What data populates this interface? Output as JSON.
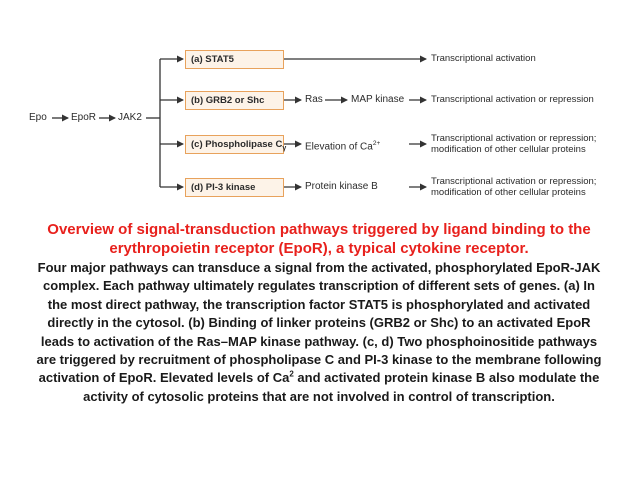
{
  "diagram": {
    "chain": [
      "Epo",
      "EpoR",
      "JAK2"
    ],
    "pathways": [
      {
        "label": "(a) STAT5",
        "middle": [],
        "outcome": [
          "Transcriptional activation"
        ]
      },
      {
        "label": "(b) GRB2 or Shc",
        "middle": [
          "Ras",
          "MAP kinase"
        ],
        "outcome": [
          "Transcriptional activation or repression"
        ]
      },
      {
        "label": "(c) Phospholipase C",
        "label_sub": "γ",
        "middle_text": "Elevation of Ca",
        "middle_sup": "2+",
        "outcome": [
          "Transcriptional activation or repression;",
          "modification of other cellular proteins"
        ]
      },
      {
        "label": "(d) PI-3 kinase",
        "middle": [
          "Protein kinase B"
        ],
        "outcome": [
          "Transcriptional activation or repression;",
          "modification of other cellular proteins"
        ]
      }
    ],
    "colors": {
      "box_border": "#e8a25c",
      "box_fill": "#fdf3e8",
      "arrow": "#333333"
    }
  },
  "caption": {
    "title": "Overview of signal-transduction pathways triggered by ligand binding to the erythropoietin receptor (EpoR), a typical cytokine receptor.",
    "body_before_sup": "Four major pathways can transduce a signal from the activated, phosphorylated EpoR-JAK complex. Each pathway ultimately regulates transcription of different sets of genes. (a) In the most direct pathway, the transcription factor STAT5 is phosphorylated and activated directly in the cytosol. (b) Binding of linker proteins (GRB2 or Shc) to an activated EpoR leads to activation of the Ras–MAP kinase pathway. (c, d) Two phosphoinositide pathways are triggered by recruitment of phospholipase C and PI-3 kinase to the membrane following activation of EpoR. Elevated levels of Ca",
    "body_sup": "2",
    "body_after_sup": " and activated protein kinase B also modulate the activity of cytosolic proteins that are not involved in control of transcription.",
    "title_color": "#e8201c"
  }
}
